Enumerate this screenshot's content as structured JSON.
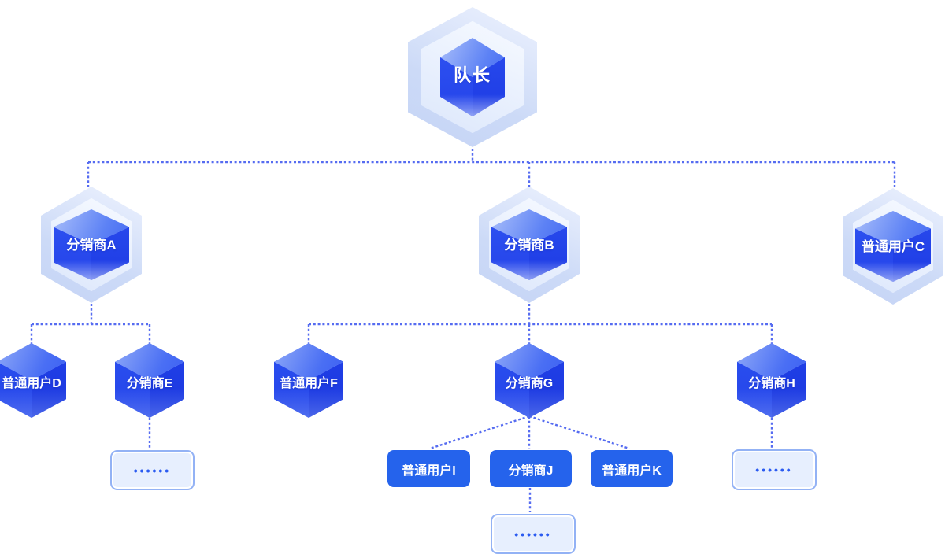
{
  "nodes": {
    "captain": {
      "label": "队长",
      "level": 1
    },
    "distributor_a": {
      "label": "分销商A",
      "level": 2
    },
    "distributor_b": {
      "label": "分销商B",
      "level": 2
    },
    "user_c": {
      "label": "普通用户C",
      "level": 2
    },
    "user_d": {
      "label": "普通用户D",
      "level": 3
    },
    "distributor_e": {
      "label": "分销商E",
      "level": 3
    },
    "user_f": {
      "label": "普通用户F",
      "level": 3
    },
    "distributor_g": {
      "label": "分销商G",
      "level": 3
    },
    "distributor_h": {
      "label": "分销商H",
      "level": 3
    },
    "user_i": {
      "label": "普通用户I",
      "level": 4
    },
    "distributor_j": {
      "label": "分销商J",
      "level": 4
    },
    "user_k": {
      "label": "普通用户K",
      "level": 4
    },
    "ellipsis_e": {
      "label": "••••••"
    },
    "ellipsis_h": {
      "label": "••••••"
    },
    "ellipsis_j": {
      "label": "••••••"
    }
  },
  "hierarchy": {
    "edges": [
      {
        "from": "captain",
        "to": "distributor_a"
      },
      {
        "from": "captain",
        "to": "distributor_b"
      },
      {
        "from": "captain",
        "to": "user_c"
      },
      {
        "from": "distributor_a",
        "to": "user_d"
      },
      {
        "from": "distributor_a",
        "to": "distributor_e"
      },
      {
        "from": "distributor_b",
        "to": "user_f"
      },
      {
        "from": "distributor_b",
        "to": "distributor_g"
      },
      {
        "from": "distributor_b",
        "to": "distributor_h"
      },
      {
        "from": "distributor_e",
        "to": "ellipsis_e"
      },
      {
        "from": "distributor_g",
        "to": "user_i"
      },
      {
        "from": "distributor_g",
        "to": "distributor_j"
      },
      {
        "from": "distributor_g",
        "to": "user_k"
      },
      {
        "from": "distributor_h",
        "to": "ellipsis_h"
      },
      {
        "from": "distributor_j",
        "to": "ellipsis_j"
      }
    ]
  },
  "colors": {
    "connector": "#3F58EF",
    "rect_node_fill": "#2563EC",
    "cube_front": "#2443EA",
    "cube_top_light": "#8FA9F8",
    "outer_hex_light": "#D7E2F9",
    "ellipsis_box_fill": "#E7EFFE",
    "ellipsis_box_border": "#93B2F5",
    "ellipsis_dots": "#2B5BF1",
    "label_text": "#FFFFFF"
  }
}
